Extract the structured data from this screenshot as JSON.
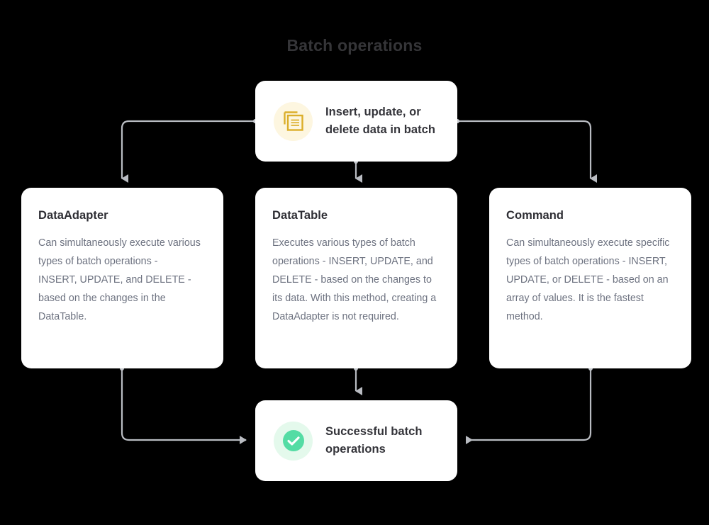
{
  "title": "Batch operations",
  "colors": {
    "background": "#000000",
    "card_background": "#ffffff",
    "title_text": "#353538",
    "heading_text": "#2e2e34",
    "body_text": "#6d7280",
    "connector": "#b9bcc2",
    "insert_icon": "#dbae2a",
    "insert_icon_bg": "#fdf6e0",
    "success_icon": "#54dca4",
    "success_icon_bg": "#e4f9ec"
  },
  "nodes": {
    "start": {
      "icon": "documents-batch-icon",
      "label": "Insert, update, or\ndelete data in batch"
    },
    "end": {
      "icon": "check-circle-icon",
      "label": "Successful batch\noperations"
    },
    "methods": [
      {
        "id": "dataadapter",
        "title": "DataAdapter",
        "body": "Can simultaneously execute various types of batch operations -\nINSERT, UPDATE, and DELETE - based on the changes in the DataTable."
      },
      {
        "id": "datatable",
        "title": "DataTable",
        "body": "Executes various types of batch operations - INSERT, UPDATE, and DELETE - based on the changes to its data. With this method, creating a DataAdapter is not required."
      },
      {
        "id": "command",
        "title": "Command",
        "body": "Can simultaneously execute specific types of batch operations - INSERT, UPDATE, or DELETE - based on an array of values. It is the fastest method."
      }
    ]
  },
  "chart_data": {
    "type": "diagram",
    "title": "Batch operations",
    "layout": "flowchart, top node fans out to three parallel method nodes, which converge into a single bottom node",
    "edges": [
      {
        "from": "Insert, update, or delete data in batch",
        "to": "DataAdapter"
      },
      {
        "from": "Insert, update, or delete data in batch",
        "to": "DataTable"
      },
      {
        "from": "Insert, update, or delete data in batch",
        "to": "Command"
      },
      {
        "from": "DataAdapter",
        "to": "Successful batch operations"
      },
      {
        "from": "DataTable",
        "to": "Successful batch operations"
      },
      {
        "from": "Command",
        "to": "Successful batch operations"
      }
    ]
  }
}
